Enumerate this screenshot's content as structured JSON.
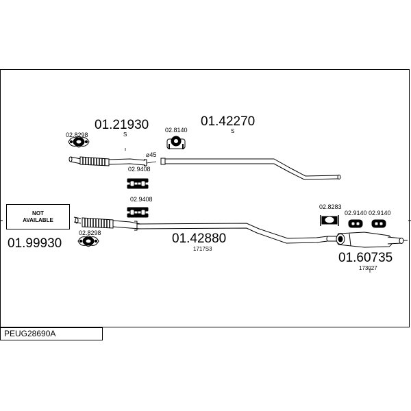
{
  "drawing_code": "PEUG28690A",
  "not_available": {
    "line1": "NOT",
    "line2": "AVAILABLE"
  },
  "parts": {
    "p0199930": {
      "number": "01.99930"
    },
    "p0121930": {
      "number": "01.21930",
      "sub": "S"
    },
    "p0142270": {
      "number": "01.42270",
      "sub": "S"
    },
    "p0142880": {
      "number": "01.42880",
      "sub": "1717S3"
    },
    "p0160735": {
      "number": "01.60735",
      "sub": "173027"
    }
  },
  "accessories": {
    "a028298_top": "02.8298",
    "a028140": "02.8140",
    "a029408_top": "02.9408",
    "a029408_mid": "02.9408",
    "a028298_bot": "02.8298",
    "a028283": "02.8283",
    "a029140_a": "02.9140",
    "a029140_b": "02.9140"
  },
  "diameter_label": "⌀45"
}
